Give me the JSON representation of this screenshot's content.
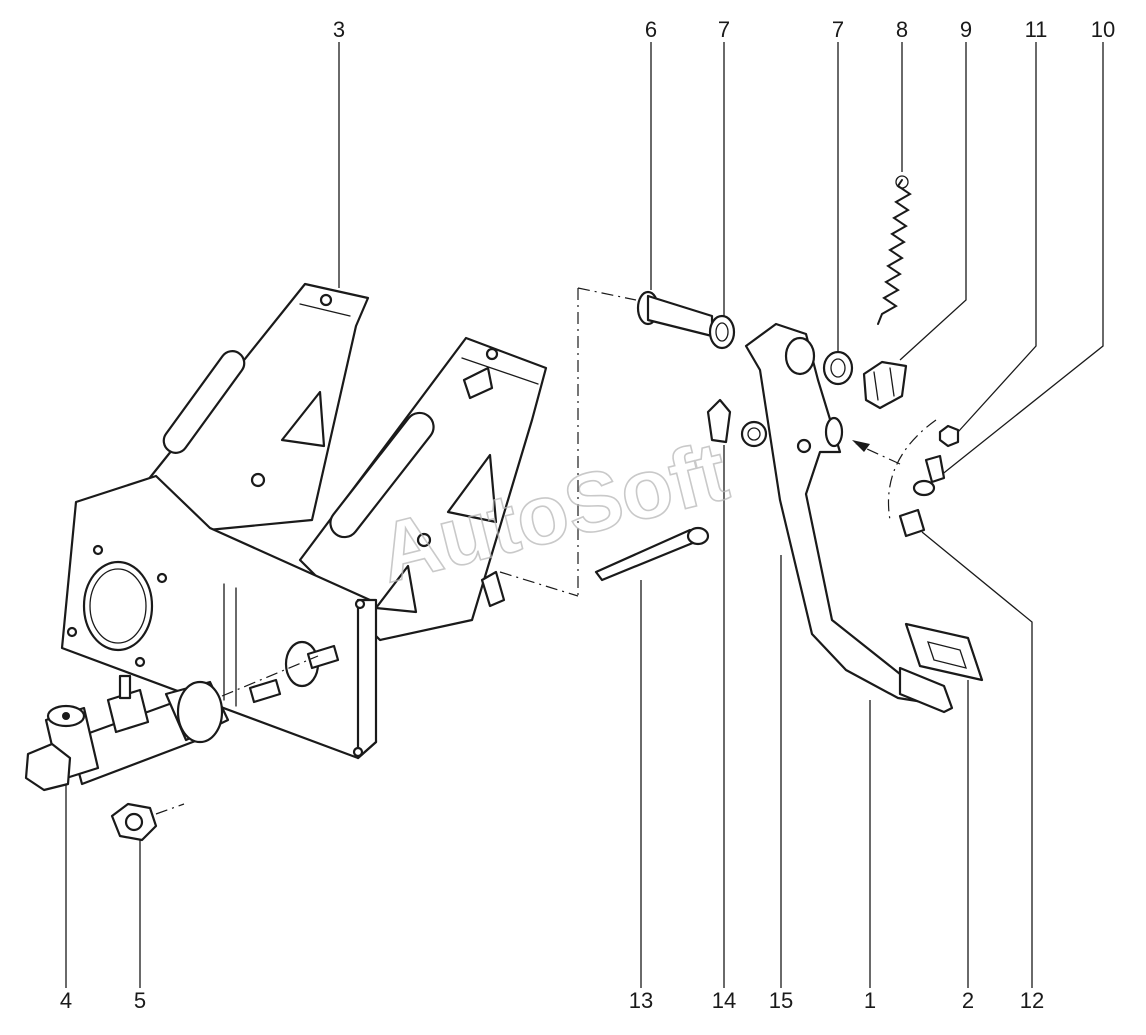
{
  "watermark": "AutoSoft",
  "callouts": {
    "c1": "1",
    "c2": "2",
    "c3": "3",
    "c4": "4",
    "c5": "5",
    "c6": "6",
    "c7a": "7",
    "c7b": "7",
    "c8": "8",
    "c9": "9",
    "c10": "10",
    "c11": "11",
    "c12": "12",
    "c13": "13",
    "c14": "14",
    "c15": "15"
  }
}
